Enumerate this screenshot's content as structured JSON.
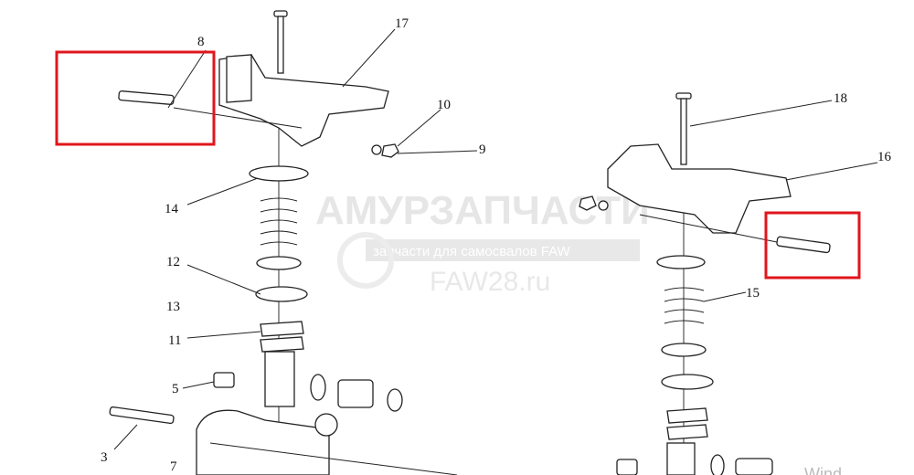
{
  "watermark": {
    "brand": "АМУРЗАПЧАСТИ",
    "tagline": "запчасти для самосвалов FAW",
    "site": "FAW28.ru"
  },
  "os_watermark": "Wind",
  "callouts": {
    "c8": "8",
    "c17": "17",
    "c10": "10",
    "c9": "9",
    "c14": "14",
    "c12": "12",
    "c13": "13",
    "c11": "11",
    "c5": "5",
    "c3": "3",
    "c7": "7",
    "c18": "18",
    "c16": "16",
    "c15": "15"
  },
  "highlight_color": "#e0161c"
}
